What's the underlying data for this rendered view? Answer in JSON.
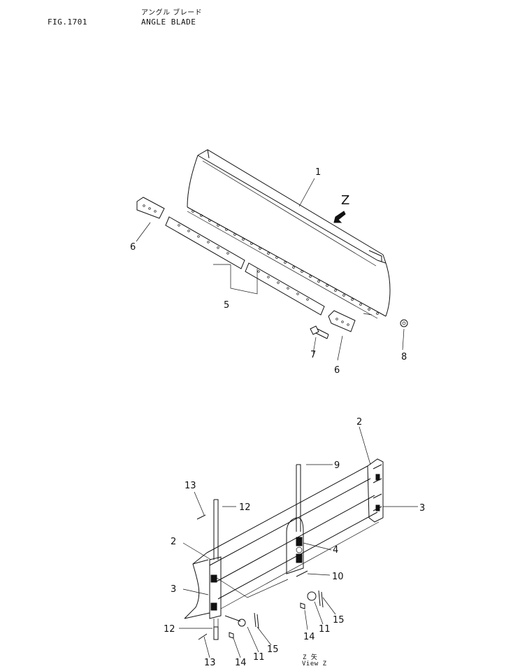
{
  "header": {
    "figure_number": "FIG.1701",
    "title_japanese": "アングル ブレード",
    "title_english": "ANGLE BLADE"
  },
  "view_marker": "Z",
  "view_caption": {
    "line1": "Z 矢",
    "line2": "View Z"
  },
  "callouts": {
    "c1": "1",
    "c2a": "2",
    "c2b": "2",
    "c3a": "3",
    "c3b": "3",
    "c4": "4",
    "c5": "5",
    "c6a": "6",
    "c6b": "6",
    "c7": "7",
    "c8": "8",
    "c9": "9",
    "c10": "10",
    "c11a": "11",
    "c11b": "11",
    "c12a": "12",
    "c12b": "12",
    "c13a": "13",
    "c13b": "13",
    "c14a": "14",
    "c14b": "14",
    "c15a": "15",
    "c15b": "15"
  }
}
